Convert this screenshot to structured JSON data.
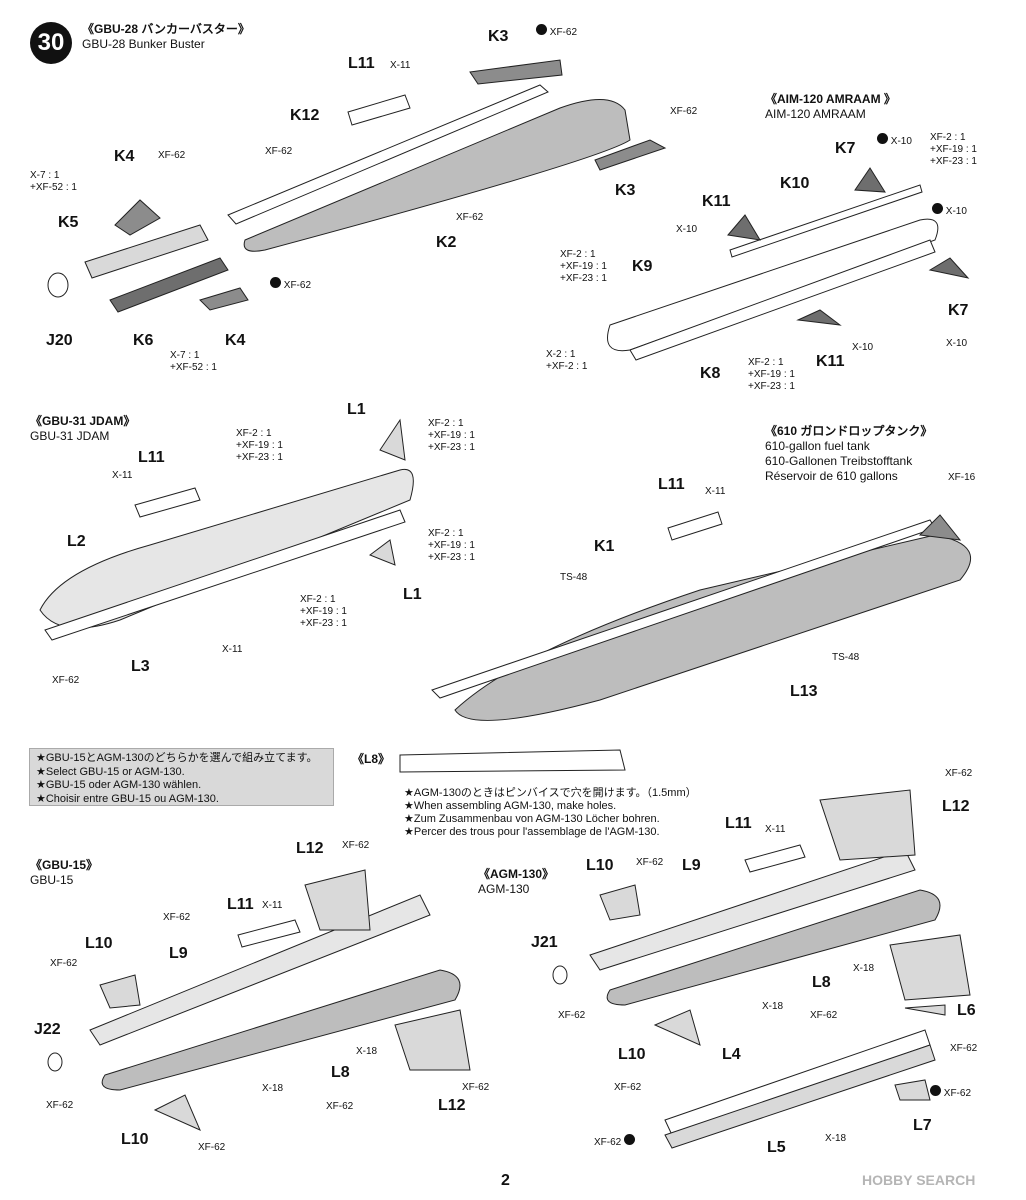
{
  "step_number": "30",
  "gbu28": {
    "title": "《GBU-28 バンカーバスター》",
    "subtitle": "GBU-28 Bunker Buster"
  },
  "amraam": {
    "title": "《AIM-120 AMRAAM 》",
    "subtitle": "AIM-120 AMRAAM"
  },
  "jdam": {
    "title": "《GBU-31 JDAM》",
    "subtitle": "GBU-31 JDAM"
  },
  "fueltank": {
    "title": "《610 ガロンドロップタンク》",
    "sub1": "610-gallon fuel tank",
    "sub2": "610-Gallonen Treibstofftank",
    "sub3": "Réservoir de 610 gallons"
  },
  "gbu15": {
    "title": "《GBU-15》",
    "subtitle": "GBU-15"
  },
  "agm130": {
    "title": "《AGM-130》",
    "subtitle": "AGM-130"
  },
  "note": {
    "l1": "★GBU-15とAGM-130のどちらかを選んで組み立てます。",
    "l2": "★Select GBU-15 or AGM-130.",
    "l3": "★GBU-15 oder AGM-130 wählen.",
    "l4": "★Choisir entre GBU-15 ou AGM-130."
  },
  "l8": {
    "label": "《L8》",
    "l1": "★AGM-130のときはピンバイスで穴を開けます。（1.5mm）",
    "l2": "★When assembling AGM-130, make holes.",
    "l3": "★Zum Zusammenbau von AGM-130 Löcher bohren.",
    "l4": "★Percer des trous pour l'assemblage de l'AGM-130."
  },
  "parts": {
    "K3a": "K3",
    "K3b": "K3",
    "L11a": "L11",
    "K12": "K12",
    "K4a": "K4",
    "K4b": "K4",
    "K5": "K5",
    "J20": "J20",
    "K6": "K6",
    "K2": "K2",
    "K7a": "K7",
    "K7b": "K7",
    "K10": "K10",
    "K11a": "K11",
    "K11b": "K11",
    "K9": "K9",
    "K8": "K8",
    "L1a": "L1",
    "L1b": "L1",
    "L11b": "L11",
    "L2": "L2",
    "L3": "L3",
    "L11c": "L11",
    "K1": "K1",
    "L13": "L13",
    "L12a": "L12",
    "L11d": "L11",
    "L10a": "L10",
    "L9a": "L9",
    "J22": "J22",
    "L8a": "L8",
    "L12b": "L12",
    "L10b": "L10",
    "L12c": "L12",
    "L11e": "L11",
    "L10c": "L10",
    "L9b": "L9",
    "J21": "J21",
    "L8b": "L8",
    "L6": "L6",
    "L10d": "L10",
    "L4": "L4",
    "L7": "L7",
    "L5": "L5"
  },
  "paints": {
    "p_k3_top": [
      "XF-62"
    ],
    "p_l11_top": [
      "X-11"
    ],
    "p_k12": [
      "XF-62"
    ],
    "p_k3_right": [
      "XF-62"
    ],
    "p_k4_top": [
      "XF-62"
    ],
    "p_k5_mix": [
      "X-7 : 1",
      "+XF-52 : 1"
    ],
    "p_k2": [
      "XF-62"
    ],
    "p_k4_bot": [
      "XF-62"
    ],
    "p_k6_mix": [
      "X-7 : 1",
      "+XF-52 : 1"
    ],
    "p_k7_top": [
      "X-10"
    ],
    "p_amr_mix": [
      "XF-2 : 1",
      "+XF-19 : 1",
      "+XF-23 : 1"
    ],
    "p_k11_left": [
      "X-10"
    ],
    "p_k10_right": [
      "X-10"
    ],
    "p_k9_mix": [
      "XF-2 : 1",
      "+XF-19 : 1",
      "+XF-23 : 1"
    ],
    "p_k7_bot": [
      "X-10"
    ],
    "p_k11_bot": [
      "X-10"
    ],
    "p_k8_left": [
      "X-2 : 1",
      "+XF-2 : 1"
    ],
    "p_k8_mix": [
      "XF-2 : 1",
      "+XF-19 : 1",
      "+XF-23 : 1"
    ],
    "p_l1_top": [
      "XF-2 : 1",
      "+XF-19 : 1",
      "+XF-23 : 1"
    ],
    "p_jdam_mid": [
      "XF-2 : 1",
      "+XF-19 : 1",
      "+XF-23 : 1"
    ],
    "p_l11_jdam": [
      "X-11"
    ],
    "p_l1_bot": [
      "XF-2 : 1",
      "+XF-19 : 1",
      "+XF-23 : 1"
    ],
    "p_jdam_low": [
      "XF-2 : 1",
      "+XF-19 : 1",
      "+XF-23 : 1"
    ],
    "p_jdam_x11": [
      "X-11"
    ],
    "p_jdam_xf62": [
      "XF-62"
    ],
    "p_tank_xf16": [
      "XF-16"
    ],
    "p_tank_x11": [
      "X-11"
    ],
    "p_tank_ts48a": [
      "TS-48"
    ],
    "p_tank_ts48b": [
      "TS-48"
    ],
    "p_gbu15_l12": [
      "XF-62"
    ],
    "p_gbu15_xf62a": [
      "XF-62"
    ],
    "p_gbu15_x11": [
      "X-11"
    ],
    "p_gbu15_l10": [
      "XF-62"
    ],
    "p_gbu15_x18a": [
      "X-18"
    ],
    "p_gbu15_x18b": [
      "X-18"
    ],
    "p_gbu15_xf62b": [
      "XF-62"
    ],
    "p_gbu15_j22": [
      "XF-62"
    ],
    "p_gbu15_l12b": [
      "XF-62"
    ],
    "p_gbu15_l10b": [
      "XF-62"
    ],
    "p_agm_l12": [
      "XF-62"
    ],
    "p_agm_x11": [
      "X-11"
    ],
    "p_agm_l10": [
      "XF-62"
    ],
    "p_agm_x18a": [
      "X-18"
    ],
    "p_agm_x18b": [
      "X-18"
    ],
    "p_agm_l8": [
      "XF-62"
    ],
    "p_agm_j21": [
      "XF-62"
    ],
    "p_agm_l6": [
      "XF-62"
    ],
    "p_agm_l10b": [
      "XF-62"
    ],
    "p_agm_l7": [
      "XF-62"
    ],
    "p_agm_x18c": [
      "X-18"
    ],
    "p_agm_l5": [
      "XF-62"
    ]
  },
  "page_number": "2",
  "watermark": "HOBBY SEARCH",
  "colors": {
    "body_gray": "#bdbdbd",
    "light_gray": "#e6e6e6",
    "dark_part": "#6e6e6e",
    "ink": "#111111"
  }
}
